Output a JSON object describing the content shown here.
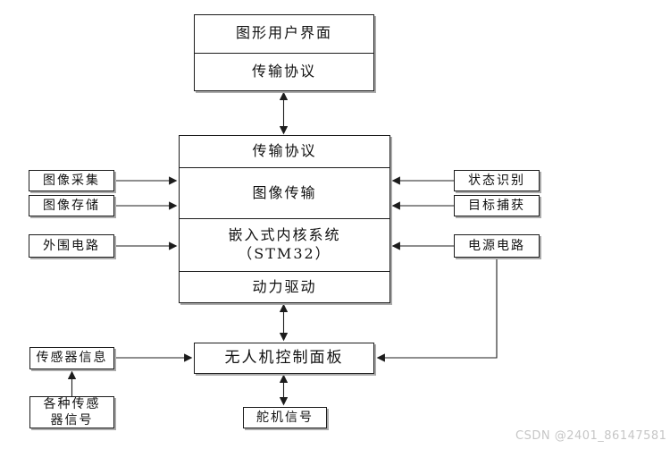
{
  "diagram": {
    "top_box": {
      "gui": "图形用户界面",
      "protocol": "传输协议"
    },
    "main_box": {
      "protocol": "传输协议",
      "image_transfer": "图像传输",
      "kernel_line1": "嵌入式内核系统",
      "kernel_line2": "（STM32）",
      "power_drive": "动力驱动"
    },
    "left_boxes": {
      "image_capture": "图像采集",
      "image_storage": "图像存储",
      "peripheral_circuit": "外围电路"
    },
    "right_boxes": {
      "status_recognition": "状态识别",
      "target_capture": "目标捕获",
      "power_circuit": "电源电路"
    },
    "bottom": {
      "uav_panel": "无人机控制面板",
      "sensor_info": "传感器信息",
      "sensor_signals_line1": "各种传感",
      "sensor_signals_line2": "器信号",
      "servo_signal": "舵机信号"
    }
  },
  "watermark": "CSDN @2401_86147581",
  "colors": {
    "line": "#1c1c1c",
    "box_shadow": "#ababab",
    "watermark": "#c6c6c6",
    "background": "#ffffff"
  }
}
